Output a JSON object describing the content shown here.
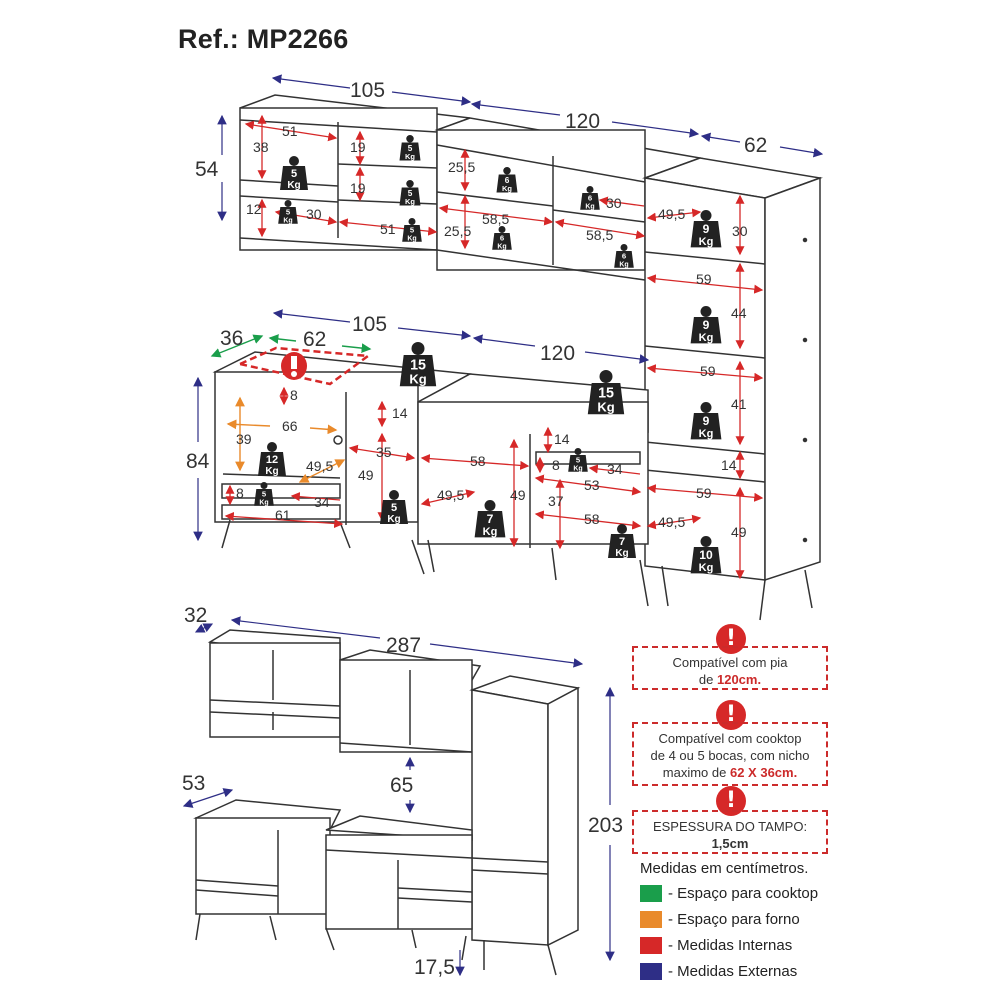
{
  "ref": "Ref.: MP2266",
  "colors": {
    "cooktop": "#1a9e4b",
    "oven": "#e98a2b",
    "internal": "#d62828",
    "external": "#2e2e86"
  },
  "upper_dims": {
    "a": "105",
    "b": "120",
    "c": "62",
    "height": "54"
  },
  "upper_internal": [
    "51",
    "38",
    "19",
    "19",
    "12",
    "30",
    "51",
    "25,5",
    "58,5",
    "25,5",
    "30",
    "58,5",
    "49,5",
    "30"
  ],
  "lower_dims": {
    "depth": "36",
    "cooktop": "62",
    "a": "105",
    "b": "120",
    "height": "84"
  },
  "lower_internal": [
    "8",
    "66",
    "39",
    "49,5",
    "14",
    "35",
    "49",
    "8",
    "34",
    "61",
    "58",
    "14",
    "8",
    "34",
    "53",
    "49,5",
    "49",
    "37",
    "58",
    "59",
    "44",
    "59",
    "41",
    "14",
    "59",
    "49,5",
    "49"
  ],
  "weights": {
    "w5": "5",
    "w6": "6",
    "w7": "7",
    "w9": "9",
    "w10": "10",
    "w12": "12",
    "w15": "15",
    "kg": "Kg"
  },
  "front_dims": {
    "depth_top": "32",
    "width": "287",
    "gap": "65",
    "depth_base": "53",
    "height": "203",
    "leg": "17,5"
  },
  "notes": {
    "sink_line1": "Compatível com pia",
    "sink_line2_pre": "de ",
    "sink_line2_bold": "120cm.",
    "cooktop_line1": "Compatível com cooktop",
    "cooktop_line2": "de 4 ou 5 bocas, com nicho",
    "cooktop_line3_pre": "maximo de ",
    "cooktop_line3_bold": "62 X 36cm.",
    "top_line1": "ESPESSURA DO TAMPO:",
    "top_line2": "1,5cm",
    "alert_symbol": "!"
  },
  "legend": {
    "title": "Medidas em centímetros.",
    "items": [
      {
        "label": "- Espaço para cooktop"
      },
      {
        "label": "- Espaço para forno"
      },
      {
        "label": "- Medidas Internas"
      },
      {
        "label": "- Medidas Externas"
      }
    ]
  }
}
